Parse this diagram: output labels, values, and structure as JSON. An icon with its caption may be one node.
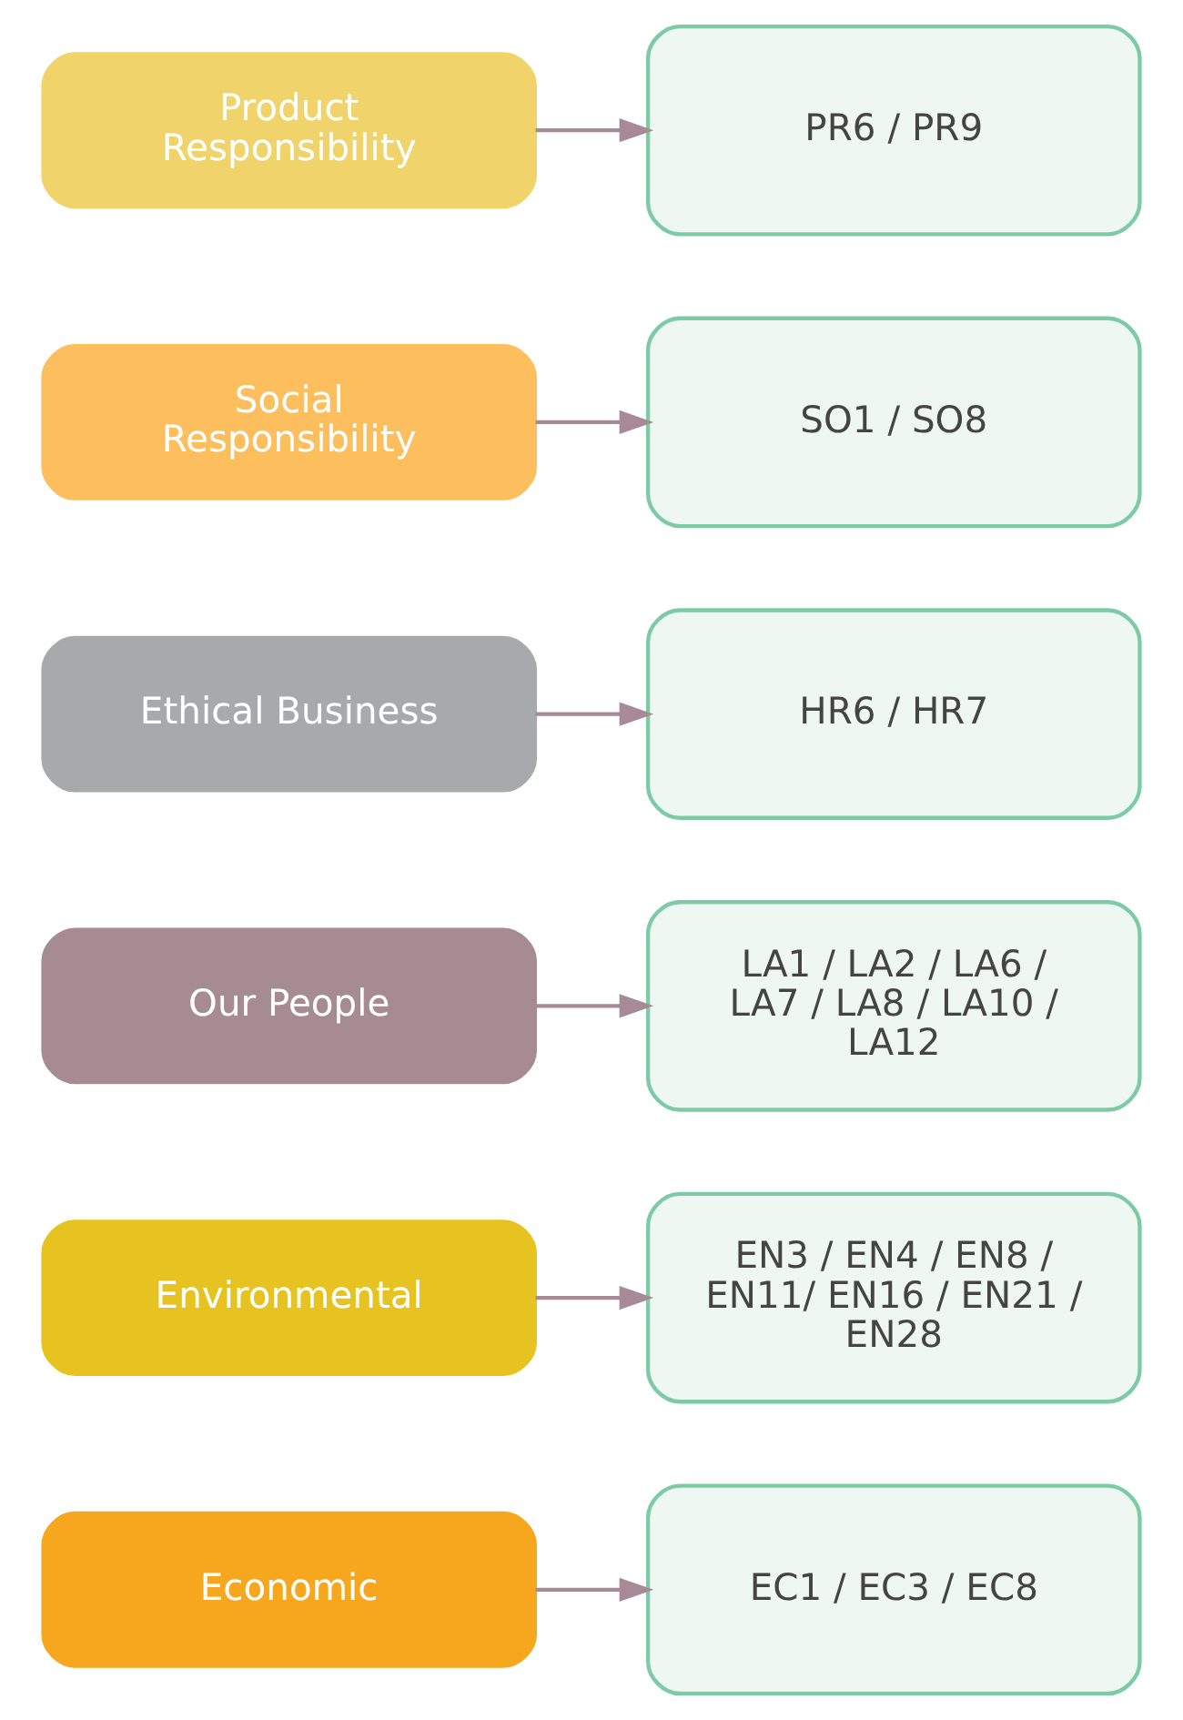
{
  "diagram": {
    "nodes": [
      {
        "text": [
          "Economic"
        ]
      },
      {
        "text": [
          "EC1 / EC3 / EC8"
        ]
      },
      {
        "text": [
          "Environmental"
        ]
      },
      {
        "text": [
          "EN3 / EN4 / EN8 / EN11/ EN16 / EN21 / EN28"
        ]
      },
      {
        "text": [
          "Our People"
        ]
      },
      {
        "text": [
          "LA1 / LA2 / LA6 / LA7 / LA8 / LA10 / LA12"
        ]
      },
      {
        "text": [
          "Ethical Business"
        ]
      },
      {
        "text": [
          "HR6 / HR7"
        ]
      },
      {
        "text": [
          "Social Responsibility"
        ]
      },
      {
        "text": [
          "SO1 / SO8"
        ]
      },
      {
        "text": [
          "Product Responsibility"
        ]
      },
      {
        "text": [
          "PR6 / PR9"
        ]
      }
    ],
    "edges": [
      {
        "from": 0,
        "to": 1,
        "arrow": "to"
      },
      {
        "from": 2,
        "to": 3,
        "arrow": "to"
      },
      {
        "from": 4,
        "to": 5,
        "arrow": "to"
      },
      {
        "from": 6,
        "to": 7,
        "arrow": "to"
      },
      {
        "from": 8,
        "to": 9,
        "arrow": "to"
      },
      {
        "from": 10,
        "to": 11,
        "arrow": "to"
      }
    ]
  }
}
